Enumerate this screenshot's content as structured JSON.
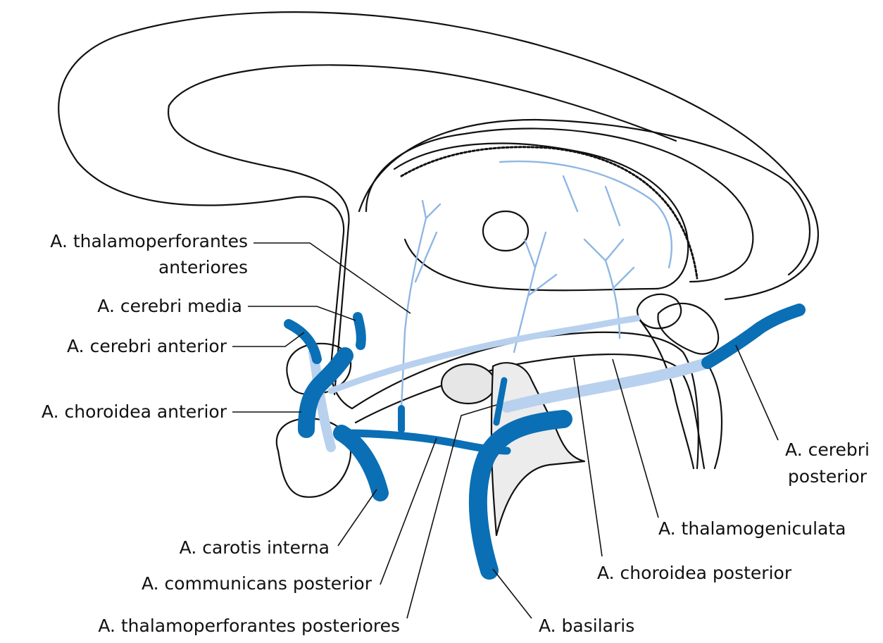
{
  "colors": {
    "artery_main": "#0a6fb5",
    "artery_light": "#8fb7e3",
    "artery_pale": "#b8d1ee",
    "outline": "#111111",
    "background": "#ffffff"
  },
  "labels": {
    "thalamoperforantes_anteriores_line1": "A. thalamoperforantes",
    "thalamoperforantes_anteriores_line2": "anteriores",
    "cerebri_media": "A. cerebri media",
    "cerebri_anterior": "A. cerebri anterior",
    "choroidea_anterior": "A. choroidea anterior",
    "carotis_interna": "A. carotis interna",
    "communicans_posterior": "A. communicans posterior",
    "thalamoperforantes_posteriores": "A. thalamoperforantes posteriores",
    "basilaris": "A. basilaris",
    "choroidea_posterior": "A. choroidea posterior",
    "thalamogeniculata": "A. thalamogeniculata",
    "cerebri_posterior_line1": "A. cerebri",
    "cerebri_posterior_line2": "posterior"
  }
}
